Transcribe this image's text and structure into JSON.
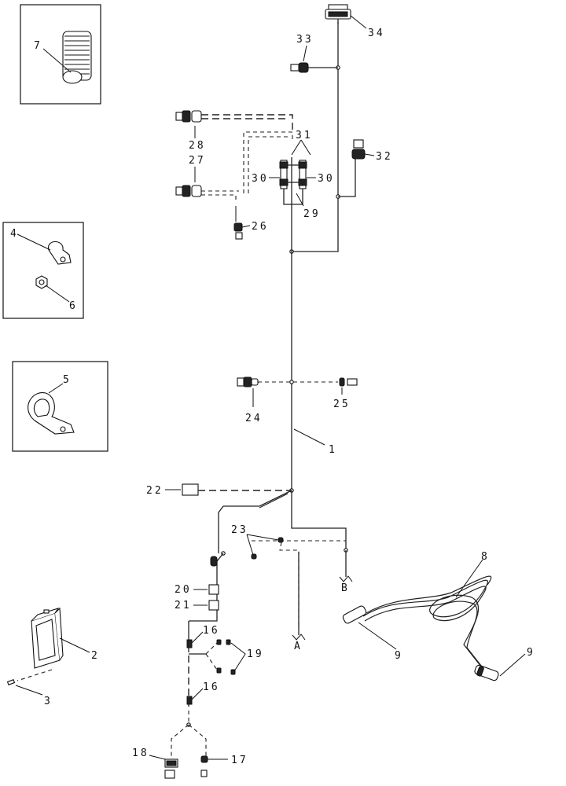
{
  "callouts": {
    "c1": "1",
    "c2": "2",
    "c3": "3",
    "c4": "4",
    "c5": "5",
    "c6": "6",
    "c7": "7",
    "c8": "8",
    "c9a": "9",
    "c9b": "9",
    "c16a": "16",
    "c16b": "16",
    "c17": "17",
    "c18": "18",
    "c19": "19",
    "c20": "20",
    "c21": "21",
    "c22": "22",
    "c23": "23",
    "c24": "24",
    "c25": "25",
    "c26": "26",
    "c27": "27",
    "c28": "28",
    "c29": "29",
    "c30a": "30",
    "c30b": "30",
    "c31": "31",
    "c32": "32",
    "c33": "33",
    "c34": "34"
  },
  "references": {
    "refA": "A",
    "refB": "B"
  },
  "colors": {
    "line": "#222222",
    "background": "#ffffff"
  }
}
